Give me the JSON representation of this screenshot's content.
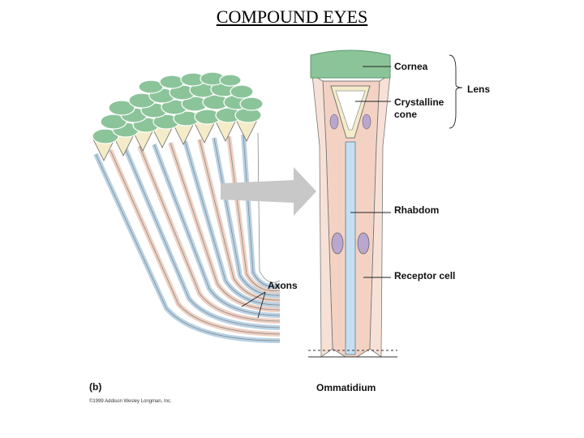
{
  "title": "COMPOUND EYES",
  "labels": {
    "cornea": "Cornea",
    "crystalline_line1": "Crystalline",
    "crystalline_line2": "cone",
    "lens": "Lens",
    "rhabdom": "Rhabdom",
    "receptor_cell": "Receptor cell",
    "axons": "Axons",
    "panel": "(b)",
    "ommatidium": "Ommatidium",
    "credit": "©1999 Addison Wesley Longman, Inc."
  },
  "colors": {
    "cornea": "#8cc49a",
    "cornea_dark": "#5b9a6c",
    "receptor": "#f3d2c4",
    "rhabdom": "#c5dff0",
    "cone": "#f4ecc8",
    "nucleus": "#b9a7cf",
    "arrow": "#c8c8c8"
  }
}
